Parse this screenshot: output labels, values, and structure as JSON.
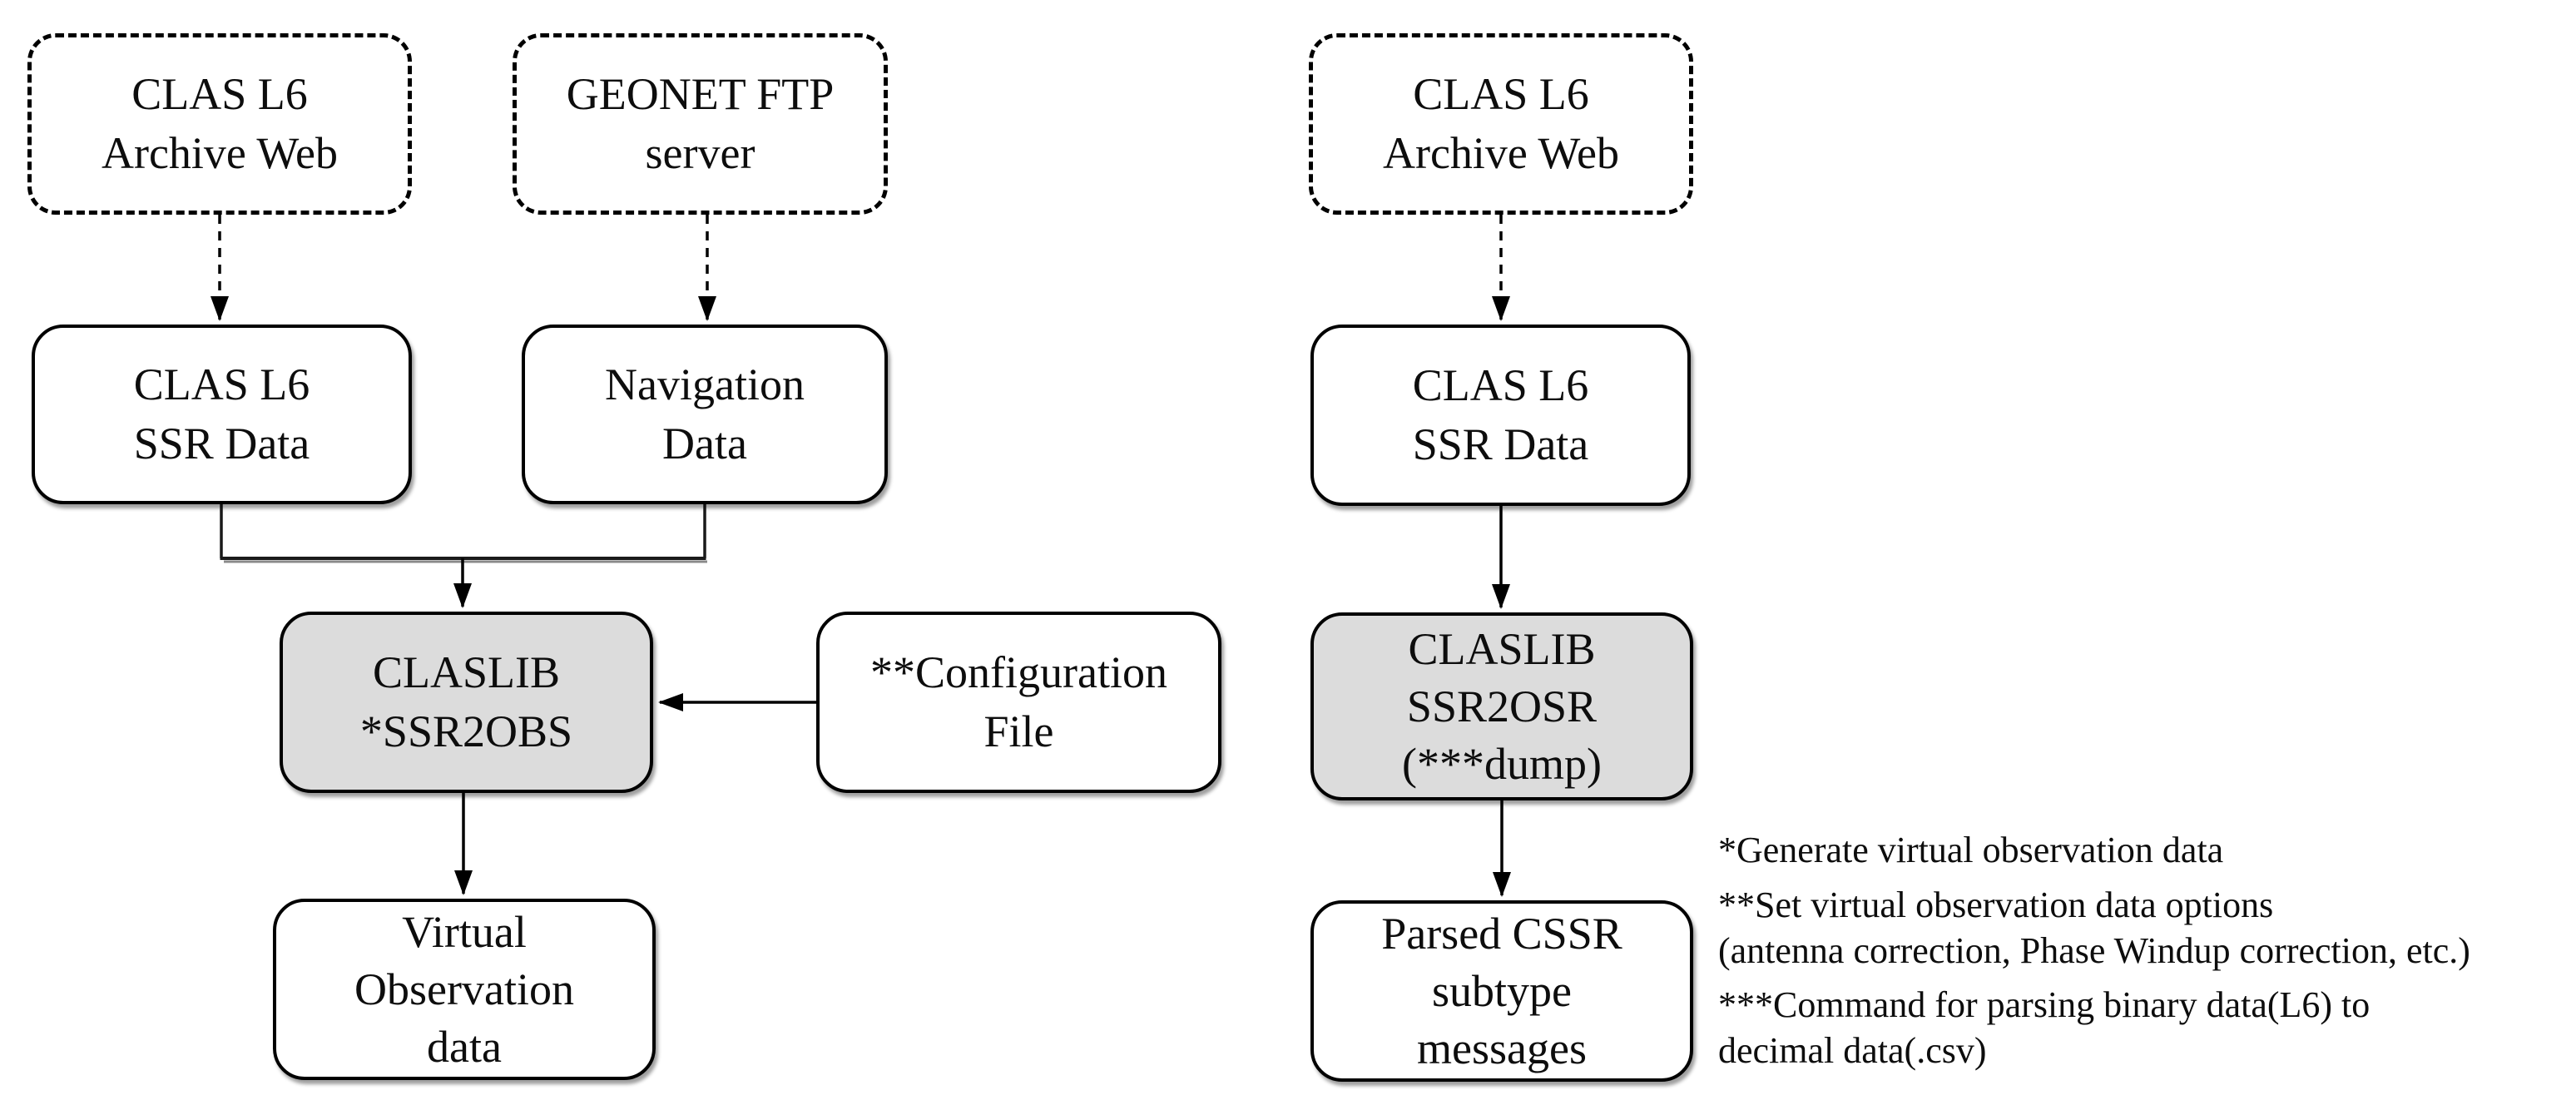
{
  "colors": {
    "process_box_fill": "#dcdcdc",
    "io_box_fill": "#ffffff",
    "line_color": "#000000",
    "background": "#ffffff"
  },
  "nodes": {
    "clas_archive_left": {
      "lines": [
        "CLAS L6",
        "Archive Web"
      ]
    },
    "geonet_ftp": {
      "lines": [
        "GEONET FTP",
        "server"
      ]
    },
    "clas_archive_right": {
      "lines": [
        "CLAS L6",
        "Archive Web"
      ]
    },
    "clas_ssr_left": {
      "lines": [
        "CLAS L6",
        "SSR Data"
      ]
    },
    "navigation_data": {
      "lines": [
        "Navigation",
        "Data"
      ]
    },
    "clas_ssr_right": {
      "lines": [
        "CLAS L6",
        "SSR Data"
      ]
    },
    "claslib_ssr2obs": {
      "lines": [
        "CLASLIB",
        "*SSR2OBS"
      ]
    },
    "configuration_file": {
      "lines": [
        "**Configuration",
        "File"
      ]
    },
    "claslib_ssr2osr": {
      "lines": [
        "CLASLIB",
        "SSR2OSR",
        "(***dump)"
      ]
    },
    "virtual_observation": {
      "lines": [
        "Virtual",
        "Observation",
        "data"
      ]
    },
    "parsed_cssr": {
      "lines": [
        "Parsed CSSR",
        "subtype",
        "messages"
      ]
    }
  },
  "footnotes": [
    {
      "lines": [
        "*Generate virtual observation data"
      ]
    },
    {
      "lines": [
        "**Set virtual observation data options",
        "(antenna correction, Phase Windup correction, etc.)"
      ]
    },
    {
      "lines": [
        "***Command for parsing binary data(L6) to",
        "decimal data(.csv)"
      ]
    }
  ]
}
